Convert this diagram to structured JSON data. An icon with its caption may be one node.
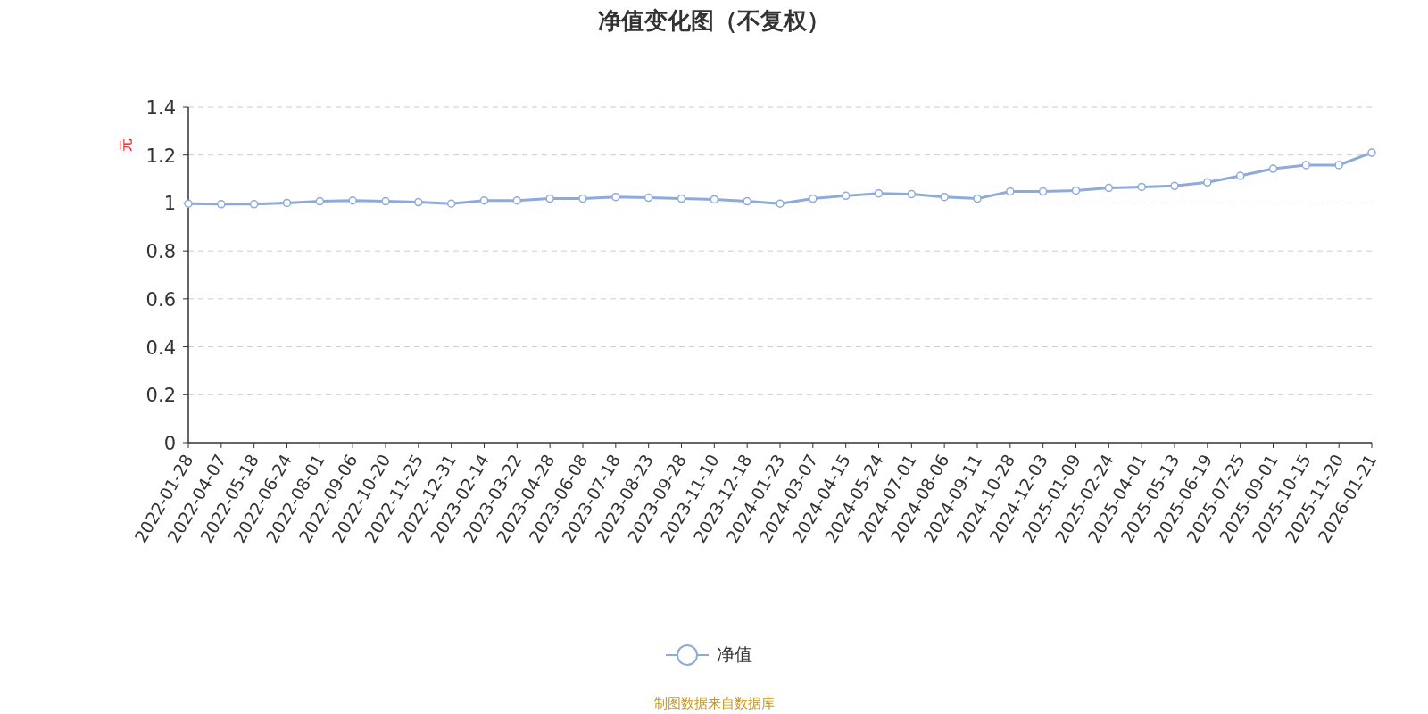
{
  "diagram": {
    "title": "净值变化图（不复权）",
    "caption": "制图数据来自数据库",
    "chart_data": {
      "type": "line",
      "ylabel": "元",
      "categories": [
        "2022-01-28",
        "2022-04-07",
        "2022-05-18",
        "2022-06-24",
        "2022-08-01",
        "2022-09-06",
        "2022-10-20",
        "2022-11-25",
        "2022-12-31",
        "2023-02-14",
        "2023-03-22",
        "2023-04-28",
        "2023-06-08",
        "2023-07-18",
        "2023-08-23",
        "2023-09-28",
        "2023-11-10",
        "2023-12-18",
        "2024-01-23",
        "2024-03-07",
        "2024-04-15",
        "2024-05-24",
        "2024-07-01",
        "2024-08-06",
        "2024-09-11",
        "2024-10-28",
        "2024-12-03",
        "2025-01-09",
        "2025-02-24",
        "2025-04-01",
        "2025-05-13",
        "2025-06-19",
        "2025-07-25",
        "2025-09-01",
        "2025-10-15",
        "2025-11-20",
        "2026-01-21"
      ],
      "grid": true,
      "series": [
        {
          "name": "净值",
          "color": "#8eaadb",
          "marker": "circle",
          "values": [
            0.997,
            0.995,
            0.995,
            1.0,
            1.007,
            1.01,
            1.007,
            1.003,
            0.997,
            1.01,
            1.01,
            1.018,
            1.018,
            1.025,
            1.022,
            1.018,
            1.015,
            1.007,
            0.997,
            1.018,
            1.03,
            1.04,
            1.037,
            1.025,
            1.018,
            1.048,
            1.048,
            1.052,
            1.063,
            1.067,
            1.071,
            1.086,
            1.113,
            1.143,
            1.158,
            1.158,
            1.21
          ]
        }
      ],
      "ylim": [
        0,
        1.4
      ],
      "yticks": [
        0,
        0.2,
        0.4,
        0.6,
        0.8,
        1,
        1.2,
        1.4
      ]
    }
  }
}
